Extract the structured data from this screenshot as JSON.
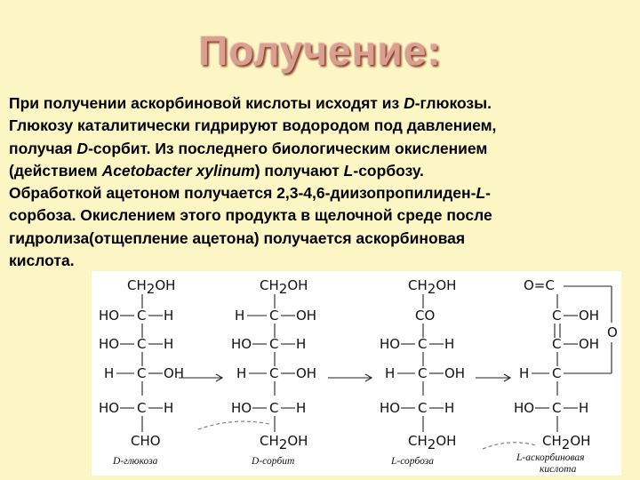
{
  "slide": {
    "title": "Получение:",
    "lines": [
      [
        "При получении аскорбиновой кислоты  исходят из ",
        {
          "i": "D"
        },
        "-глюкозы."
      ],
      [
        "Глюкозу каталитически гидрируют водородом под давлением,"
      ],
      [
        "получая ",
        {
          "i": "D"
        },
        "-сорбит. Из последнего биологическим окислением"
      ],
      [
        "(действием ",
        {
          "i": "Acetobacter xylinum"
        },
        ") получают ",
        {
          "i": "L"
        },
        "-сорбозу."
      ],
      [
        "Обработкой ацетоном получается 2,3-4,6-диизопропилиден-",
        {
          "i": "L"
        },
        "-"
      ],
      [
        "сорбоза. Окислением этого продукта в щелочной среде после"
      ],
      [
        "гидролиза(отщепление ацетона) получается аскорбиновая"
      ],
      [
        "кислота."
      ]
    ]
  },
  "scheme": {
    "captions": {
      "glucose_prefix": "D",
      "glucose": "-глюкоза",
      "sorbitol_prefix": "D",
      "sorbitol": "-сорбит",
      "sorbose_prefix": "L",
      "sorbose": "-сорбоза",
      "ascorbic_prefix": "L",
      "ascorbic_line1": "-аскорбиновая",
      "ascorbic_line2": "кислота"
    },
    "labels": {
      "ch2oh_main": "CH",
      "ch2oh_sub": "2",
      "ch2oh_end": "OH",
      "ho": "HO",
      "h": "H",
      "c": "C",
      "oh": "OH",
      "cho": "CHO",
      "co": "CO",
      "o_eq_c": "O=C",
      "ring_o": "O"
    }
  }
}
